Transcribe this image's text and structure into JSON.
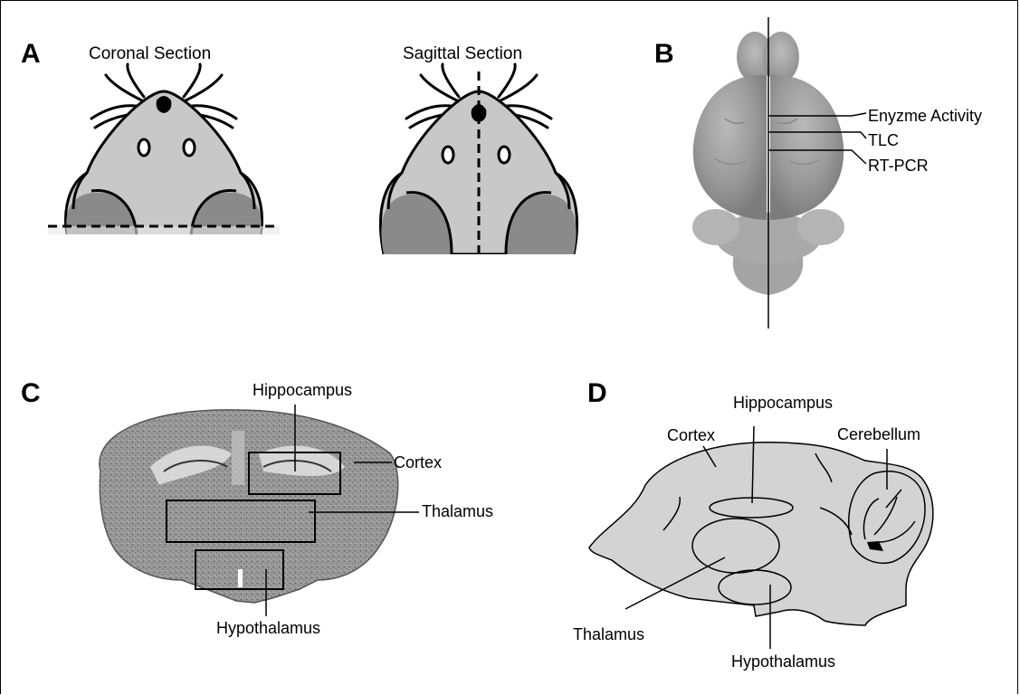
{
  "panels": {
    "a": {
      "letter": "A",
      "coronal_title": "Coronal Section",
      "sagittal_title": "Sagittal Section"
    },
    "b": {
      "letter": "B",
      "labels": [
        "Enyzme Activity",
        "TLC",
        "RT-PCR"
      ]
    },
    "c": {
      "letter": "C",
      "hippocampus": "Hippocampus",
      "cortex": "Cortex",
      "thalamus": "Thalamus",
      "hypothalamus": "Hypothalamus"
    },
    "d": {
      "letter": "D",
      "cortex": "Cortex",
      "hippocampus": "Hippocampus",
      "cerebellum": "Cerebellum",
      "thalamus": "Thalamus",
      "hypothalamus": "Hypothalamus"
    }
  },
  "colors": {
    "mouse_fill": "#c8c8c8",
    "cheek_dark": "#8a8a8a",
    "brain_fill": "#d3d3d3",
    "line": "#000000"
  }
}
